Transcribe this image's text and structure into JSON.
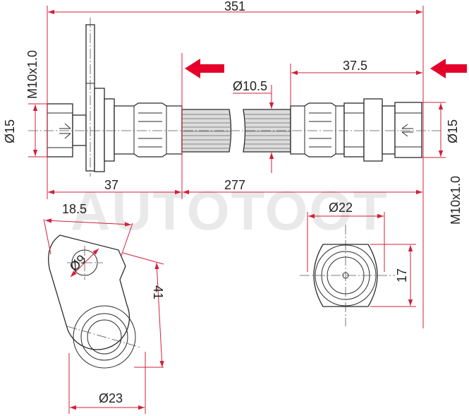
{
  "watermark": "AUTOTOOT",
  "dimensions": {
    "overall_length": "351",
    "left_end_length": "37",
    "hose_length": "277",
    "right_end_length": "37.5",
    "hose_diameter": "Ø10.5",
    "left_end_diameter": "Ø15",
    "right_end_diameter": "Ø15",
    "left_thread": "M10x1.0",
    "right_thread": "M10x1.0",
    "bracket_width": "18.5",
    "bracket_hole": "Ø9",
    "bracket_length": "41",
    "bracket_eye": "Ø23",
    "fitting_diameter": "Ø22",
    "fitting_flat": "17"
  },
  "colors": {
    "dimension_lines": "#d0203a",
    "flow_arrows": "#e4002b",
    "outline": "#2a2a2a"
  }
}
